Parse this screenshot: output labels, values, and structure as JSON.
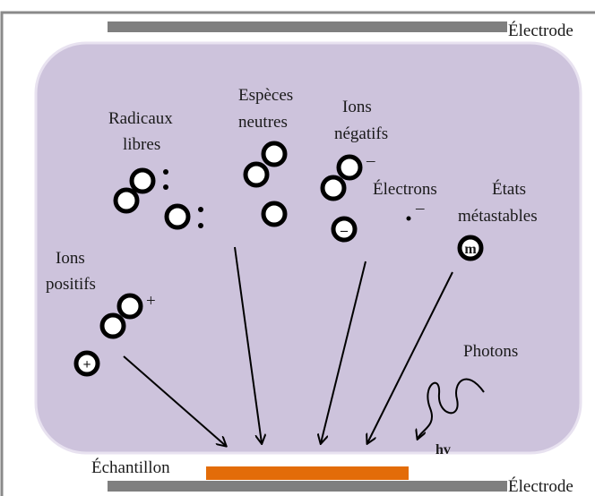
{
  "electrodes": {
    "top_label": "Électrode",
    "bottom_label": "Électrode"
  },
  "sample": {
    "label": "Échantillon"
  },
  "species": {
    "free_radicals": {
      "line1": "Radicaux",
      "line2": "libres"
    },
    "neutral_species": {
      "line1": "Espèces",
      "line2": "neutres"
    },
    "negative_ions": {
      "line1": "Ions",
      "line2": "négatifs",
      "charge": "–"
    },
    "electrons": {
      "label": "Électrons",
      "charge": "–"
    },
    "metastable_states": {
      "line1": "États",
      "line2": "métastables",
      "symbol": "m"
    },
    "positive_ions": {
      "line1": "Ions",
      "line2": "positifs",
      "charge": "+",
      "symbol": "+"
    },
    "photons": {
      "label": "Photons",
      "symbol": "hv"
    }
  },
  "negative_ion_symbol": "–",
  "colors": {
    "plasma": "#cdc3dc",
    "plasma_border": "#e8e2f0",
    "electrode": "#7f7f7f",
    "sample": "#e36c09",
    "frame": "#8a8a8a",
    "ink": "#000000"
  }
}
